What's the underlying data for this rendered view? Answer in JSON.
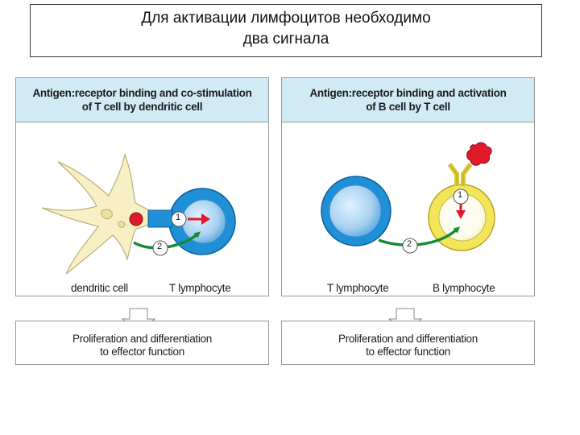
{
  "title": {
    "line1": "Для активации лимфоцитов необходимо",
    "line2": "два сигнала"
  },
  "left_panel": {
    "heading_line1": "Antigen:receptor binding and co-stimulation",
    "heading_line2": "of T cell by dendritic cell",
    "label_left": "dendritic cell",
    "label_right": "T lymphocyte",
    "signal_1": "1",
    "signal_2": "2",
    "result_line1": "Proliferation and differentiation",
    "result_line2": "to effector function"
  },
  "right_panel": {
    "heading_line1": "Antigen:receptor binding and activation",
    "heading_line2": "of B cell by T cell",
    "label_left": "T lymphocyte",
    "label_right": "B lymphocyte",
    "signal_1": "1",
    "signal_2": "2",
    "result_line1": "Proliferation and differentiation",
    "result_line2": "to effector function"
  },
  "colors": {
    "header_bg": "#d1ebf6",
    "t_cell_blue": "#1f8fd6",
    "b_cell_yellow": "#f3e55a",
    "dendritic_cream": "#f6f0c4",
    "antigen_red": "#e0192b",
    "signal_green": "#178a3a"
  }
}
